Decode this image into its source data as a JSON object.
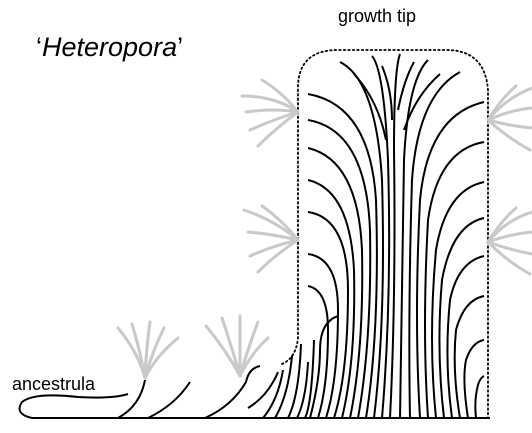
{
  "figure": {
    "title_open": "‘",
    "title_name": "Heteropora",
    "title_close": "’",
    "growth_tip_label": "growth tip",
    "ancestrula_label": "ancestrula"
  },
  "colors": {
    "ink": "#000000",
    "tentacle": "#c9c9c9",
    "background": "#ffffff"
  }
}
